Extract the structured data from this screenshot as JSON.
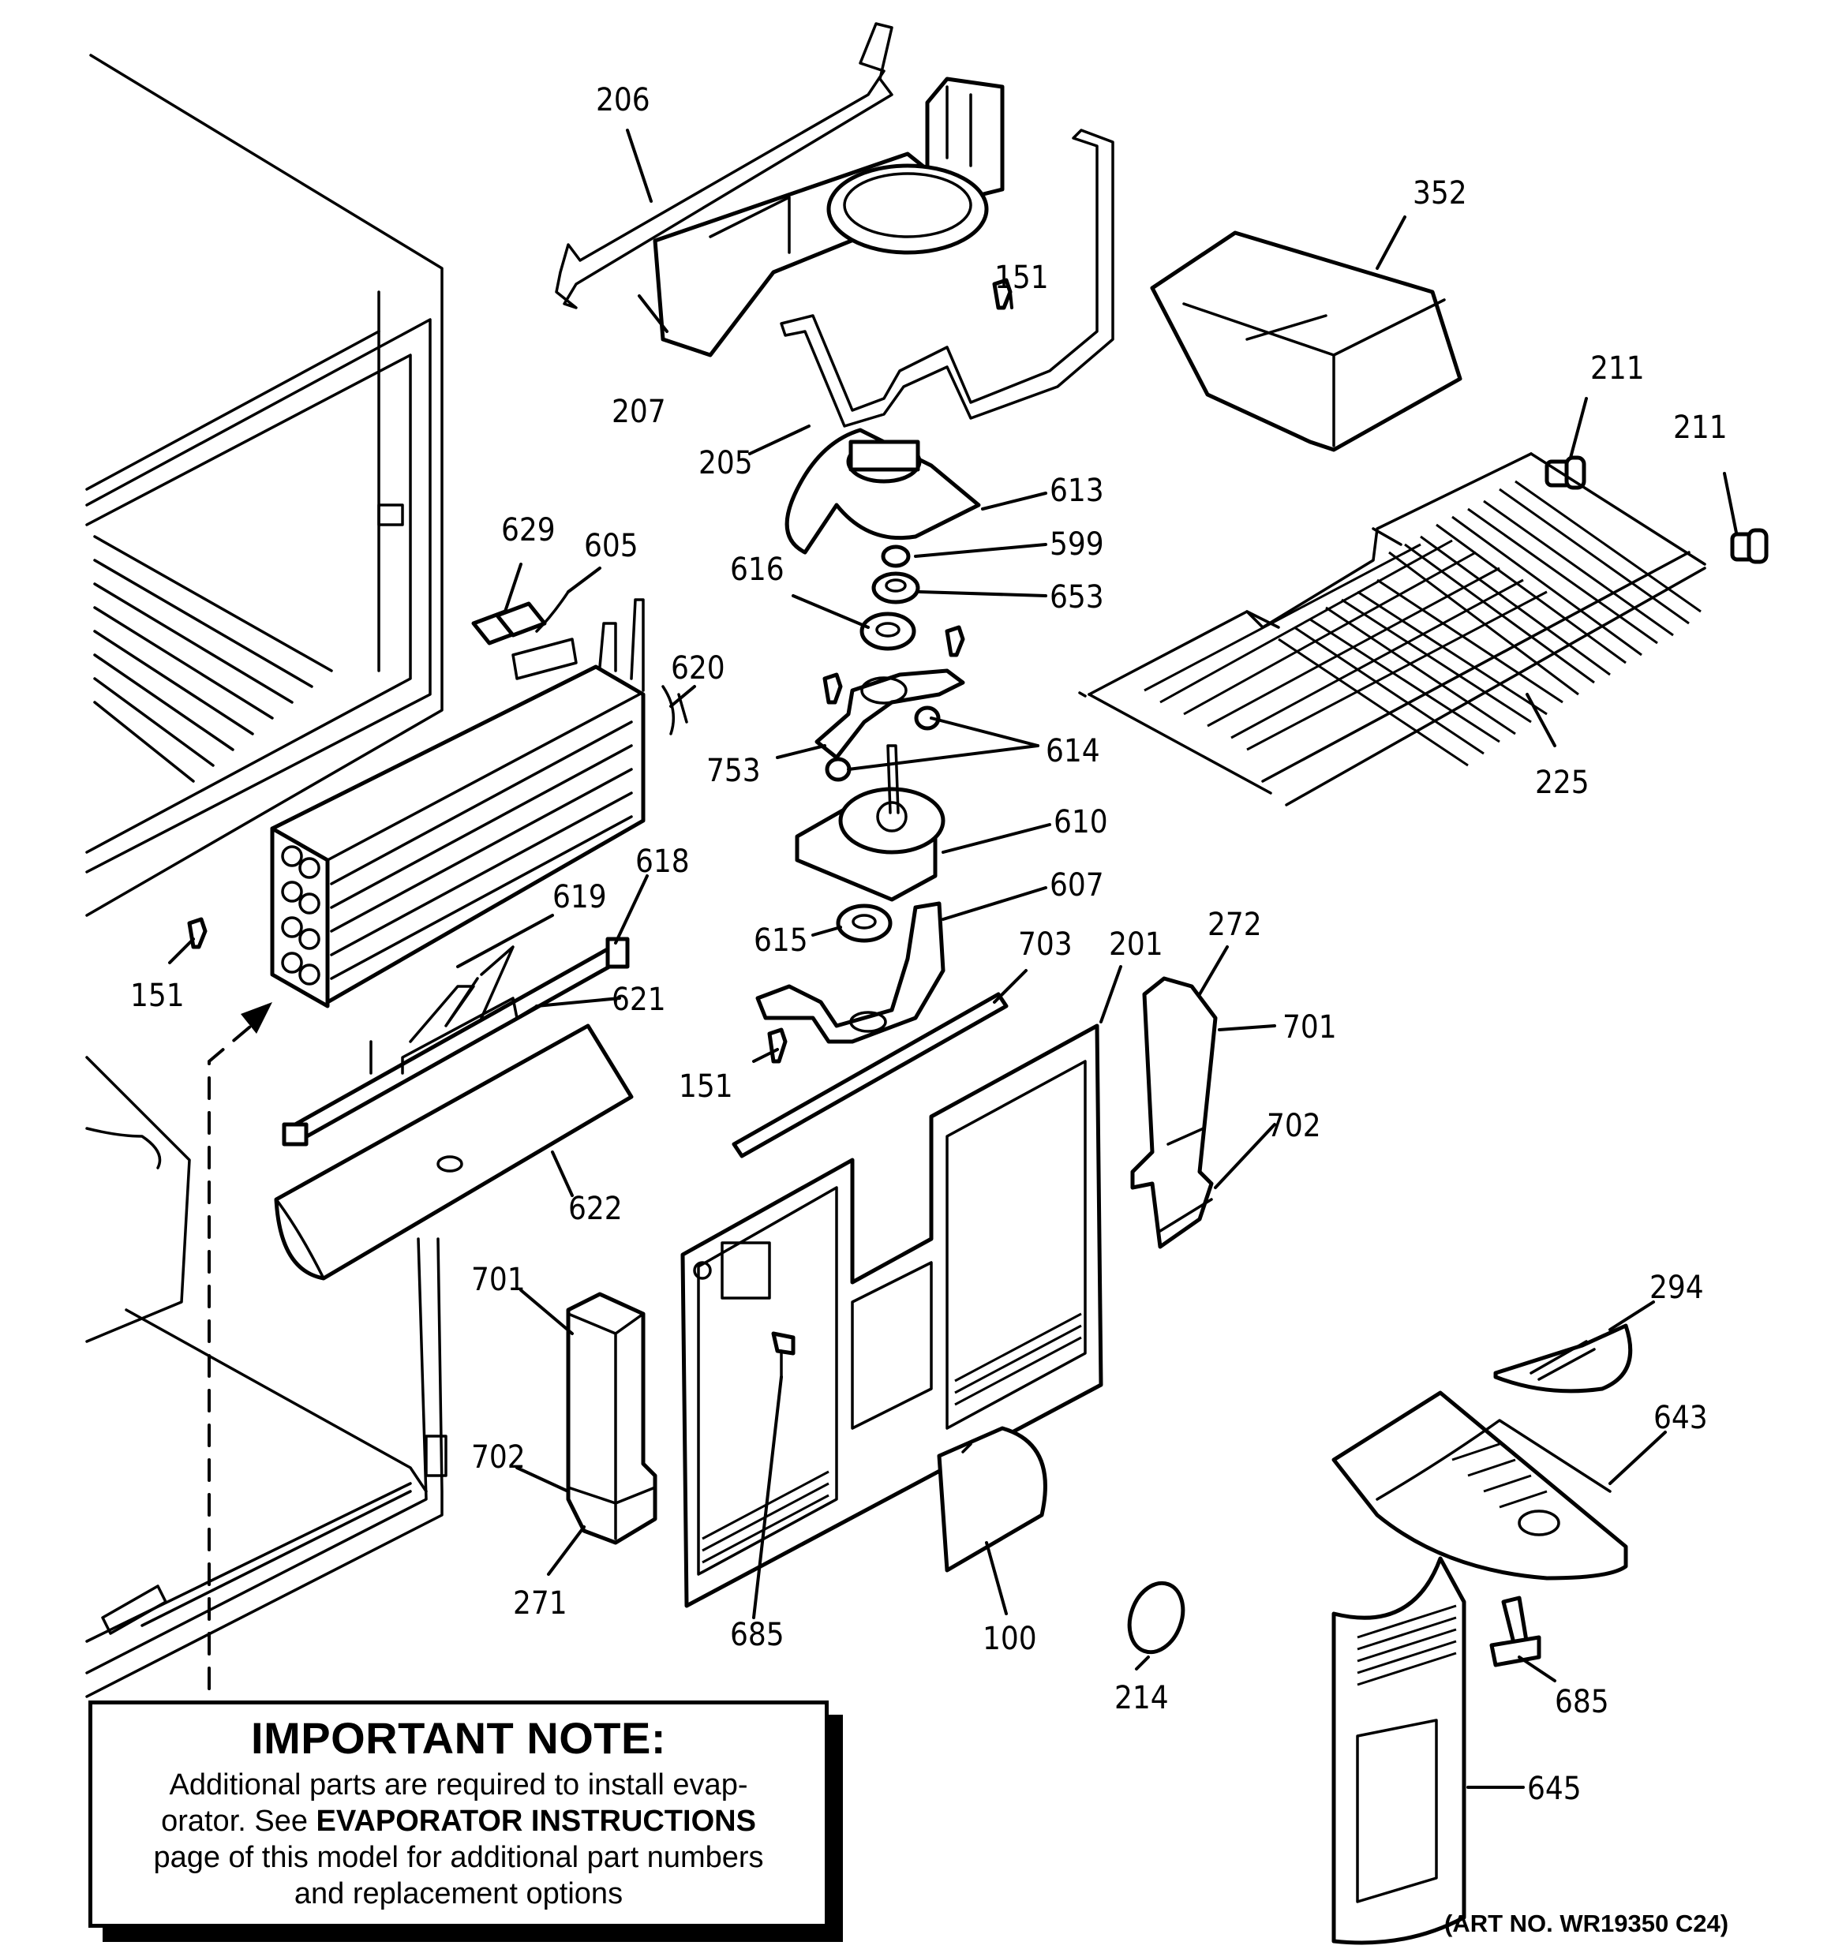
{
  "callouts": {
    "c206": "206",
    "c207": "207",
    "c205": "205",
    "c151a": "151",
    "c352": "352",
    "c211a": "211",
    "c211b": "211",
    "c613": "613",
    "c599": "599",
    "c616": "616",
    "c653": "653",
    "c629": "629",
    "c605": "605",
    "c620": "620",
    "c753": "753",
    "c614": "614",
    "c225": "225",
    "c610": "610",
    "c618": "618",
    "c619": "619",
    "c607": "607",
    "c615": "615",
    "c151b": "151",
    "c621": "621",
    "c703": "703",
    "c201": "201",
    "c272": "272",
    "c701a": "701",
    "c151c": "151",
    "c702a": "702",
    "c622": "622",
    "c701b": "701",
    "c294": "294",
    "c702b": "702",
    "c643": "643",
    "c271": "271",
    "c685a": "685",
    "c100": "100",
    "c214": "214",
    "c685b": "685",
    "c645": "645"
  },
  "note": {
    "title": "IMPORTANT NOTE:",
    "line1": "Additional parts are required to install evap-",
    "line2_pre": "orator.  See ",
    "line2_bold": "EVAPORATOR INSTRUCTIONS",
    "line3": "page of this model for additional part numbers",
    "line4": "and replacement options"
  },
  "art_number": "(ART NO. WR19350 C24)"
}
